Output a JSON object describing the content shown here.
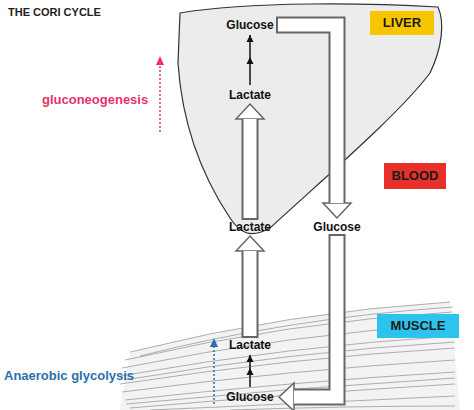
{
  "diagram": {
    "title": "THE CORI CYCLE",
    "nodes": [
      {
        "text": [
          "LIVER"
        ]
      },
      {
        "text": [
          "Glucose"
        ],
        "in": 0
      },
      {
        "text": [
          "Lactate"
        ],
        "in": 0
      },
      {
        "text": [
          "BLOOD"
        ]
      },
      {
        "text": [
          "Lactate"
        ]
      },
      {
        "text": [
          "Glucose"
        ]
      },
      {
        "text": [
          "MUSCLE"
        ]
      },
      {
        "text": [
          "Lactate"
        ],
        "in": 6
      },
      {
        "text": [
          "Glucose"
        ],
        "in": 6
      }
    ],
    "edges": [
      {
        "from": 2,
        "to": 1,
        "arrow": "to"
      },
      {
        "from": 1,
        "to": 5,
        "arrow": "to"
      },
      {
        "from": 4,
        "to": 2,
        "arrow": "to"
      },
      {
        "from": 7,
        "to": 4,
        "arrow": "to"
      },
      {
        "from": 5,
        "to": 8,
        "arrow": "to"
      },
      {
        "from": 8,
        "to": 7,
        "arrow": "to"
      }
    ],
    "labels": [
      "gluconeogenesis",
      "Anaerobic glycolysis"
    ]
  }
}
